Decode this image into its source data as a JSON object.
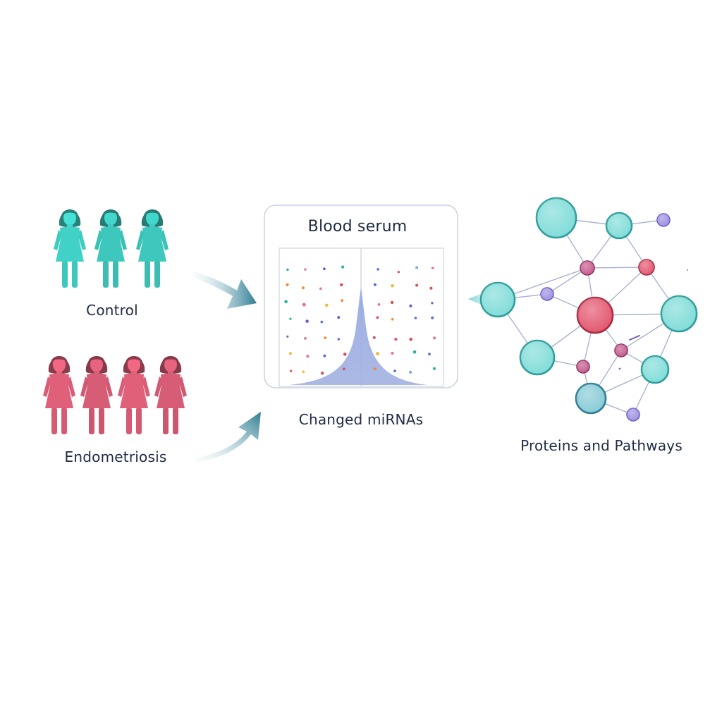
{
  "groups": {
    "control": {
      "label": "Control",
      "count": 3,
      "color": "#3ec7bd"
    },
    "endometriosis": {
      "label": "Endometriosis",
      "count": 4,
      "color": "#e0607a"
    }
  },
  "panel": {
    "title": "Blood serum",
    "caption": "Changed miRNAs"
  },
  "network": {
    "label": "Proteins and Pathways",
    "colors": {
      "teal": "#7fdcd8",
      "teal_stroke": "#2b9c9a",
      "blue": "#86cbd6",
      "blue_stroke": "#2c7c92",
      "magenta": "#c45a8a",
      "magenta_stroke": "#8c2e5e",
      "red": "#e2556d",
      "red_stroke": "#a8263d",
      "purple": "#9e90e2",
      "purple_stroke": "#6e5cc2",
      "edge": "#a9b3cf"
    }
  },
  "dot_colors": [
    "#5a6fd8",
    "#26b3a5",
    "#f08a3c",
    "#d94f5c",
    "#7aa8e8",
    "#f2b93b",
    "#7b58c9",
    "#e5729a"
  ]
}
